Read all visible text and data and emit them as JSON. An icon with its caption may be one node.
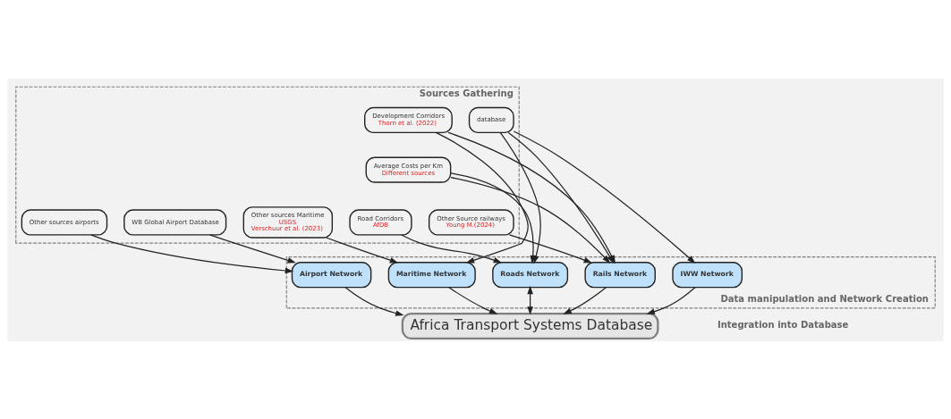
{
  "diagram": {
    "nodes": [
      {
        "text": [
          "Sources Gathering"
        ]
      },
      {
        "text": [
          "Data manipulation and Network Creation"
        ]
      },
      {
        "text": [
          "database"
        ],
        "in": 0
      },
      {
        "text": [
          "Development Corridors",
          "Thorn et al. (2022)"
        ],
        "in": 0
      },
      {
        "text": [
          "Average Costs per Km",
          "Different sources"
        ],
        "in": 0
      },
      {
        "text": [
          "Other sources airports"
        ],
        "in": 0
      },
      {
        "text": [
          "WB Global Airport Database"
        ],
        "in": 0
      },
      {
        "text": [
          "Road Corridors",
          "AfDB"
        ],
        "in": 0
      },
      {
        "text": [
          "Other Source railways",
          "Young M.(2024)"
        ],
        "in": 0
      },
      {
        "text": [
          "Other sources Maritime",
          "USGS",
          "Verschuur et al. (2023)"
        ],
        "in": 0
      },
      {
        "text": [
          "Airport Network"
        ],
        "in": 1
      },
      {
        "text": [
          "IWW Network"
        ],
        "in": 1
      },
      {
        "text": [
          "Roads Network"
        ],
        "in": 1
      },
      {
        "text": [
          "Rails Network"
        ],
        "in": 1
      },
      {
        "text": [
          "Maritime Network"
        ],
        "in": 1
      },
      {
        "text": [
          "Africa Transport Systems Database"
        ]
      }
    ],
    "edges": [
      {
        "from": 2,
        "to": 11,
        "arrow": "to"
      },
      {
        "from": 2,
        "to": 12,
        "arrow": "to"
      },
      {
        "from": 2,
        "to": 13,
        "arrow": "to"
      },
      {
        "from": 4,
        "to": 12,
        "arrow": "to"
      },
      {
        "from": 4,
        "to": 13,
        "arrow": "to"
      },
      {
        "from": 3,
        "to": 13,
        "arrow": "to"
      },
      {
        "from": 3,
        "to": 14,
        "arrow": "to"
      },
      {
        "from": 5,
        "to": 10,
        "arrow": "to"
      },
      {
        "from": 6,
        "to": 10,
        "arrow": "to"
      },
      {
        "from": 7,
        "to": 12,
        "arrow": "to"
      },
      {
        "from": 8,
        "to": 13,
        "arrow": "to"
      },
      {
        "from": 9,
        "to": 14,
        "arrow": "to"
      },
      {
        "from": 10,
        "to": 15,
        "arrow": "to"
      },
      {
        "from": 11,
        "to": 15,
        "arrow": "to"
      },
      {
        "from": 12,
        "to": 15,
        "arrow": "both"
      },
      {
        "from": 13,
        "to": 15,
        "arrow": "to"
      },
      {
        "from": 14,
        "to": 15,
        "arrow": "to"
      }
    ],
    "labels": [
      "Integration into Database"
    ]
  }
}
